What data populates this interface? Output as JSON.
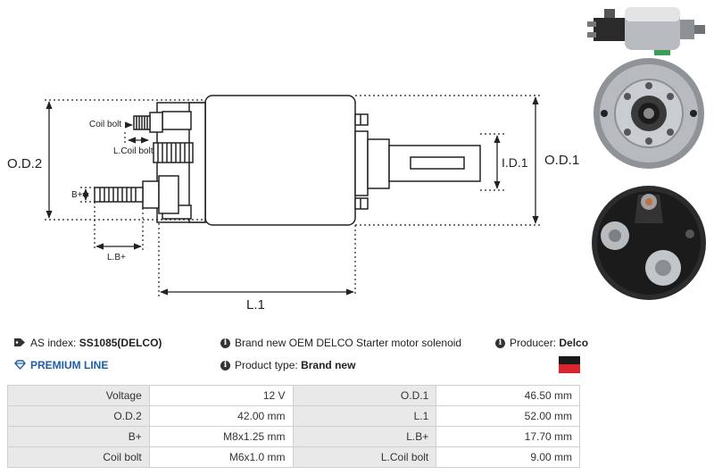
{
  "drawing": {
    "labels": {
      "od2": "O.D.2",
      "od1": "O.D.1",
      "id1": "I.D.1",
      "l1": "L.1",
      "lb": "L.B+",
      "bplus": "B+",
      "coil_bolt": "Coil bolt",
      "l_coil_bolt": "L.Coil bolt"
    }
  },
  "photos": {
    "items": [
      "solenoid-side-view",
      "solenoid-front-face",
      "solenoid-terminal-end"
    ]
  },
  "info": {
    "as_index_label": "AS index:",
    "as_index_value": "SS1085(DELCO)",
    "premium_line": "PREMIUM LINE",
    "description": "Brand new OEM DELCO Starter motor solenoid",
    "product_type_label": "Product type:",
    "product_type_value": "Brand new",
    "producer_label": "Producer:",
    "producer_value": "Delco"
  },
  "brand_colors": {
    "badge_top": "#1a1a1a",
    "badge_bottom": "#d7262e",
    "premium": "#1f5ea8"
  },
  "specs": [
    {
      "label_a": "Voltage",
      "value_a": "12 V",
      "label_b": "O.D.1",
      "value_b": "46.50 mm"
    },
    {
      "label_a": "O.D.2",
      "value_a": "42.00 mm",
      "label_b": "L.1",
      "value_b": "52.00 mm"
    },
    {
      "label_a": "B+",
      "value_a": "M8x1.25 mm",
      "label_b": "L.B+",
      "value_b": "17.70 mm"
    },
    {
      "label_a": "Coil bolt",
      "value_a": "M6x1.0 mm",
      "label_b": "L.Coil bolt",
      "value_b": "9.00 mm"
    }
  ]
}
